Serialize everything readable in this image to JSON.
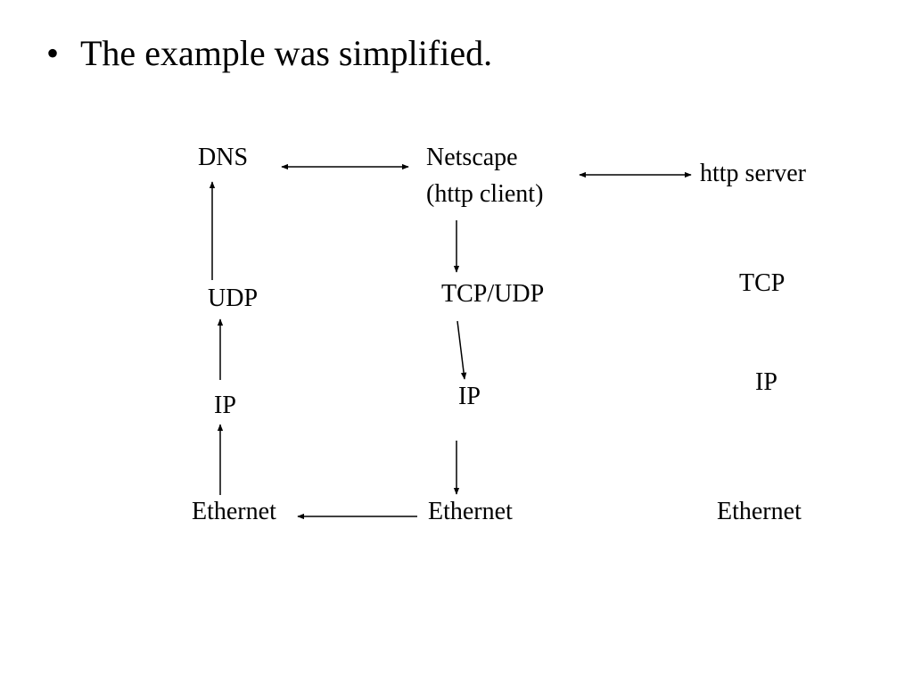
{
  "bullet": {
    "symbol": "•",
    "text": "The example was simplified."
  },
  "diagram": {
    "client_stack": {
      "dns": "DNS",
      "udp": "UDP",
      "ip": "IP",
      "ethernet": "Ethernet"
    },
    "host_stack": {
      "app_line1": "Netscape",
      "app_line2": "(http client)",
      "transport": "TCP/UDP",
      "ip": "IP",
      "ethernet": "Ethernet"
    },
    "server_stack": {
      "app": "http server",
      "transport": "TCP",
      "ip": "IP",
      "ethernet": "Ethernet"
    }
  },
  "colors": {
    "text": "#000000",
    "background": "#ffffff"
  }
}
